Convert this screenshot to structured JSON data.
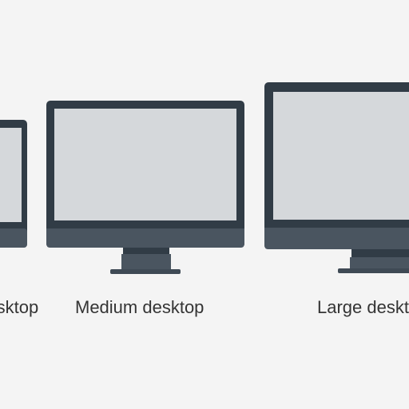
{
  "devices": [
    {
      "id": "small",
      "label": "Small desktop"
    },
    {
      "id": "medium",
      "label": "Medium desktop"
    },
    {
      "id": "large",
      "label": "Large desktop"
    }
  ],
  "colors": {
    "background": "#f4f4f4",
    "bezel": "#313c46",
    "chin": "#4a5560",
    "screen": "#d5d8db",
    "stand": "#3f4a55",
    "text": "#343434"
  },
  "icons": {
    "small": "desktop-monitor-icon",
    "medium": "desktop-monitor-icon",
    "large": "desktop-monitor-icon"
  }
}
